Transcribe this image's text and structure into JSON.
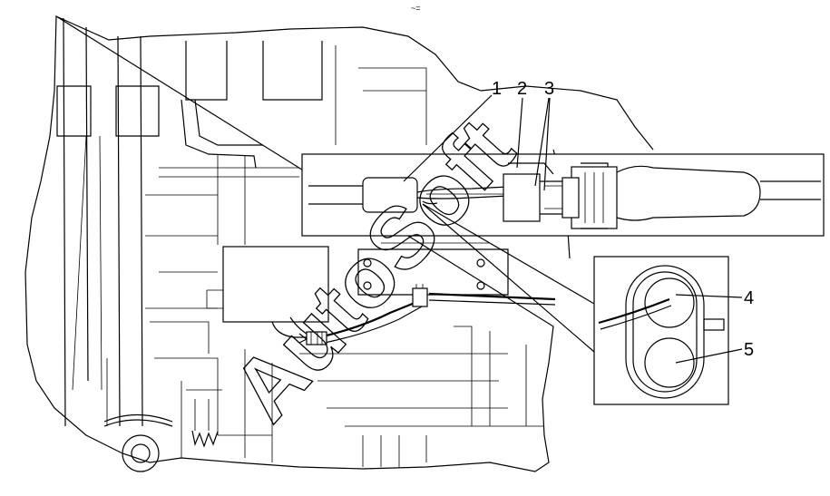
{
  "top_mark": "~=",
  "callouts": [
    {
      "id": "1",
      "label": "1"
    },
    {
      "id": "2",
      "label": "2"
    },
    {
      "id": "3",
      "label": "3"
    },
    {
      "id": "4",
      "label": "4"
    },
    {
      "id": "5",
      "label": "5"
    }
  ],
  "watermark": "AutoSoft"
}
